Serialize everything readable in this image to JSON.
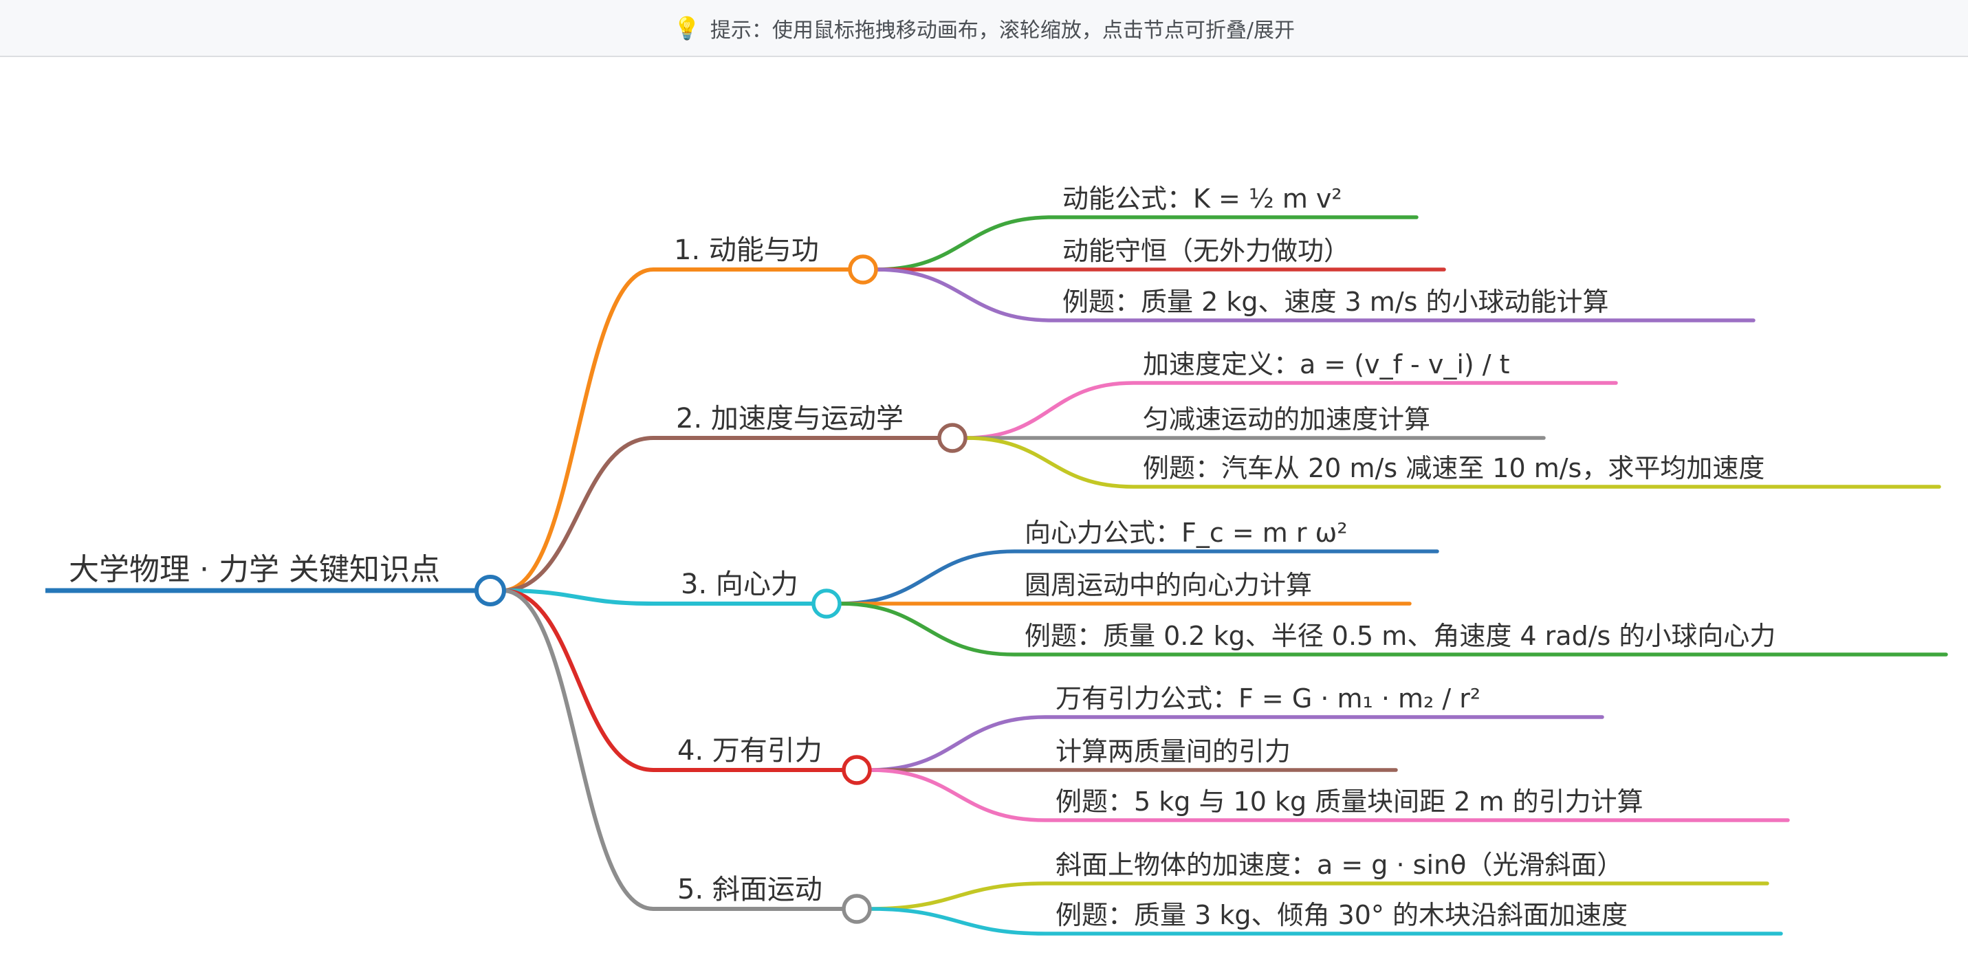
{
  "hint_bar": {
    "icon": "💡",
    "text": "提示：使用鼠标拖拽移动画布，滚轮缩放，点击节点可折叠/展开"
  },
  "mindmap": {
    "text_color": "#333333",
    "background_color": "#ffffff",
    "root": {
      "label": "大学物理 · 力学 关键知识点",
      "color": "#2577B9"
    },
    "branches": [
      {
        "label": "1. 动能与功",
        "color": "#F6891A",
        "children": [
          {
            "label": "动能公式：K = ½ m v²",
            "color": "#3FA63D"
          },
          {
            "label": "动能守恒（无外力做功）",
            "color": "#D43A35"
          },
          {
            "label": "例题：质量 2 kg、速度 3 m/s 的小球动能计算",
            "color": "#9C6FC4"
          }
        ]
      },
      {
        "label": "2. 加速度与运动学",
        "color": "#9A6459",
        "children": [
          {
            "label": "加速度定义：a = (v_f - v_i) / t",
            "color": "#F173BD"
          },
          {
            "label": "匀减速运动的加速度计算",
            "color": "#8D8D8D"
          },
          {
            "label": "例题：汽车从 20 m/s 减速至 10 m/s，求平均加速度",
            "color": "#C3C724"
          }
        ]
      },
      {
        "label": "3. 向心力",
        "color": "#27BFD1",
        "children": [
          {
            "label": "向心力公式：F_c = m r ω²",
            "color": "#2E75B6"
          },
          {
            "label": "圆周运动中的向心力计算",
            "color": "#F6891A"
          },
          {
            "label": "例题：质量 0.2 kg、半径 0.5 m、角速度 4 rad/s 的小球向心力",
            "color": "#3FA63D"
          }
        ]
      },
      {
        "label": "4. 万有引力",
        "color": "#DB2B27",
        "children": [
          {
            "label": "万有引力公式：F = G · m₁ · m₂ / r²",
            "color": "#9C6FC4"
          },
          {
            "label": "计算两质量间的引力",
            "color": "#9A6459"
          },
          {
            "label": "例题：5 kg 与 10 kg 质量块间距 2 m 的引力计算",
            "color": "#F173BD"
          }
        ]
      },
      {
        "label": "5. 斜面运动",
        "color": "#8D8D8D",
        "children": [
          {
            "label": "斜面上物体的加速度：a = g · sinθ（光滑斜面）",
            "color": "#C3C724"
          },
          {
            "label": "例题：质量 3 kg、倾角 30° 的木块沿斜面加速度",
            "color": "#27BFD1"
          }
        ]
      }
    ]
  }
}
